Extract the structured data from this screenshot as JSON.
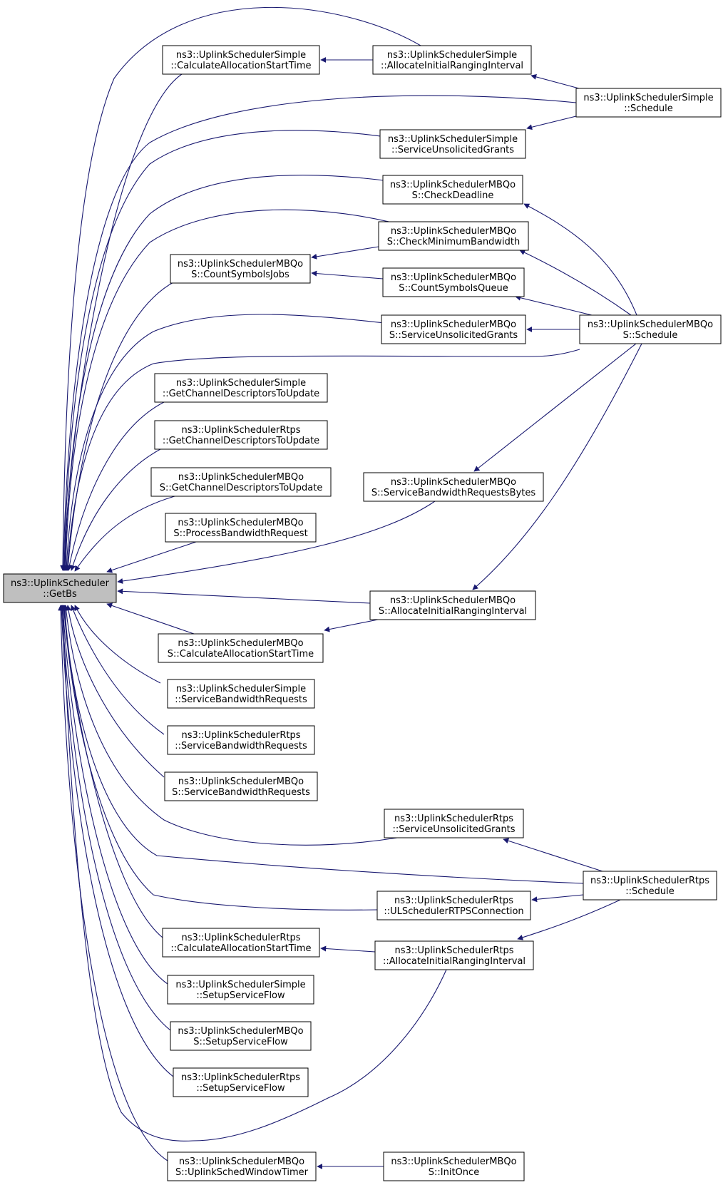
{
  "graph": {
    "root": {
      "id": "getbs",
      "line1": "ns3::UplinkScheduler",
      "line2": "::GetBs"
    },
    "nodes": [
      {
        "id": "simple_calcstart",
        "line1": "ns3::UplinkSchedulerSimple",
        "line2": "::CalculateAllocationStartTime"
      },
      {
        "id": "simple_allocinit",
        "line1": "ns3::UplinkSchedulerSimple",
        "line2": "::AllocateInitialRangingInterval"
      },
      {
        "id": "simple_schedule",
        "line1": "ns3::UplinkSchedulerSimple",
        "line2": "::Schedule"
      },
      {
        "id": "simple_serviceunsol",
        "line1": "ns3::UplinkSchedulerSimple",
        "line2": "::ServiceUnsolicitedGrants"
      },
      {
        "id": "mbqos_checkdeadline",
        "line1": "ns3::UplinkSchedulerMBQo",
        "line2": "S::CheckDeadline"
      },
      {
        "id": "mbqos_checkminbw",
        "line1": "ns3::UplinkSchedulerMBQo",
        "line2": "S::CheckMinimumBandwidth"
      },
      {
        "id": "mbqos_countjobs",
        "line1": "ns3::UplinkSchedulerMBQo",
        "line2": "S::CountSymbolsJobs"
      },
      {
        "id": "mbqos_countqueue",
        "line1": "ns3::UplinkSchedulerMBQo",
        "line2": "S::CountSymbolsQueue"
      },
      {
        "id": "mbqos_serviceunsol",
        "line1": "ns3::UplinkSchedulerMBQo",
        "line2": "S::ServiceUnsolicitedGrants"
      },
      {
        "id": "mbqos_schedule",
        "line1": "ns3::UplinkSchedulerMBQo",
        "line2": "S::Schedule"
      },
      {
        "id": "simple_getchan",
        "line1": "ns3::UplinkSchedulerSimple",
        "line2": "::GetChannelDescriptorsToUpdate"
      },
      {
        "id": "rtps_getchan",
        "line1": "ns3::UplinkSchedulerRtps",
        "line2": "::GetChannelDescriptorsToUpdate"
      },
      {
        "id": "mbqos_getchan",
        "line1": "ns3::UplinkSchedulerMBQo",
        "line2": "S::GetChannelDescriptorsToUpdate"
      },
      {
        "id": "mbqos_bwreqbytes",
        "line1": "ns3::UplinkSchedulerMBQo",
        "line2": "S::ServiceBandwidthRequestsBytes"
      },
      {
        "id": "mbqos_processbw",
        "line1": "ns3::UplinkSchedulerMBQo",
        "line2": "S::ProcessBandwidthRequest"
      },
      {
        "id": "mbqos_allocinit",
        "line1": "ns3::UplinkSchedulerMBQo",
        "line2": "S::AllocateInitialRangingInterval"
      },
      {
        "id": "mbqos_calcstart",
        "line1": "ns3::UplinkSchedulerMBQo",
        "line2": "S::CalculateAllocationStartTime"
      },
      {
        "id": "simple_servicebw",
        "line1": "ns3::UplinkSchedulerSimple",
        "line2": "::ServiceBandwidthRequests"
      },
      {
        "id": "rtps_servicebw",
        "line1": "ns3::UplinkSchedulerRtps",
        "line2": "::ServiceBandwidthRequests"
      },
      {
        "id": "mbqos_servicebw",
        "line1": "ns3::UplinkSchedulerMBQo",
        "line2": "S::ServiceBandwidthRequests"
      },
      {
        "id": "rtps_serviceunsol",
        "line1": "ns3::UplinkSchedulerRtps",
        "line2": "::ServiceUnsolicitedGrants"
      },
      {
        "id": "rtps_schedule",
        "line1": "ns3::UplinkSchedulerRtps",
        "line2": "::Schedule"
      },
      {
        "id": "rtps_ulsched",
        "line1": "ns3::UplinkSchedulerRtps",
        "line2": "::ULSchedulerRTPSConnection"
      },
      {
        "id": "rtps_calcstart",
        "line1": "ns3::UplinkSchedulerRtps",
        "line2": "::CalculateAllocationStartTime"
      },
      {
        "id": "rtps_allocinit",
        "line1": "ns3::UplinkSchedulerRtps",
        "line2": "::AllocateInitialRangingInterval"
      },
      {
        "id": "simple_setupsf",
        "line1": "ns3::UplinkSchedulerSimple",
        "line2": "::SetupServiceFlow"
      },
      {
        "id": "mbqos_setupsf",
        "line1": "ns3::UplinkSchedulerMBQo",
        "line2": "S::SetupServiceFlow"
      },
      {
        "id": "rtps_setupsf",
        "line1": "ns3::UplinkSchedulerRtps",
        "line2": "::SetupServiceFlow"
      },
      {
        "id": "mbqos_uplinktimer",
        "line1": "ns3::UplinkSchedulerMBQo",
        "line2": "S::UplinkSchedWindowTimer"
      },
      {
        "id": "mbqos_initonce",
        "line1": "ns3::UplinkSchedulerMBQo",
        "line2": "S::InitOnce"
      }
    ],
    "edges": [
      {
        "from": "simple_calcstart",
        "to": "getbs"
      },
      {
        "from": "simple_allocinit",
        "to": "getbs"
      },
      {
        "from": "simple_allocinit",
        "to": "simple_calcstart"
      },
      {
        "from": "simple_schedule",
        "to": "getbs"
      },
      {
        "from": "simple_schedule",
        "to": "simple_allocinit"
      },
      {
        "from": "simple_schedule",
        "to": "simple_serviceunsol"
      },
      {
        "from": "simple_serviceunsol",
        "to": "getbs"
      },
      {
        "from": "mbqos_checkdeadline",
        "to": "getbs"
      },
      {
        "from": "mbqos_checkminbw",
        "to": "getbs"
      },
      {
        "from": "mbqos_checkminbw",
        "to": "mbqos_countjobs"
      },
      {
        "from": "mbqos_countjobs",
        "to": "getbs"
      },
      {
        "from": "mbqos_countqueue",
        "to": "mbqos_countjobs"
      },
      {
        "from": "mbqos_serviceunsol",
        "to": "getbs"
      },
      {
        "from": "mbqos_schedule",
        "to": "getbs"
      },
      {
        "from": "mbqos_schedule",
        "to": "mbqos_checkdeadline"
      },
      {
        "from": "mbqos_schedule",
        "to": "mbqos_checkminbw"
      },
      {
        "from": "mbqos_schedule",
        "to": "mbqos_countqueue"
      },
      {
        "from": "mbqos_schedule",
        "to": "mbqos_serviceunsol"
      },
      {
        "from": "mbqos_schedule",
        "to": "mbqos_bwreqbytes"
      },
      {
        "from": "mbqos_schedule",
        "to": "mbqos_allocinit"
      },
      {
        "from": "simple_getchan",
        "to": "getbs"
      },
      {
        "from": "rtps_getchan",
        "to": "getbs"
      },
      {
        "from": "mbqos_getchan",
        "to": "getbs"
      },
      {
        "from": "mbqos_bwreqbytes",
        "to": "getbs"
      },
      {
        "from": "mbqos_processbw",
        "to": "getbs"
      },
      {
        "from": "mbqos_allocinit",
        "to": "getbs"
      },
      {
        "from": "mbqos_allocinit",
        "to": "mbqos_calcstart"
      },
      {
        "from": "mbqos_calcstart",
        "to": "getbs"
      },
      {
        "from": "simple_servicebw",
        "to": "getbs"
      },
      {
        "from": "rtps_servicebw",
        "to": "getbs"
      },
      {
        "from": "mbqos_servicebw",
        "to": "getbs"
      },
      {
        "from": "rtps_serviceunsol",
        "to": "getbs"
      },
      {
        "from": "rtps_schedule",
        "to": "getbs"
      },
      {
        "from": "rtps_schedule",
        "to": "rtps_serviceunsol"
      },
      {
        "from": "rtps_schedule",
        "to": "rtps_ulsched"
      },
      {
        "from": "rtps_schedule",
        "to": "rtps_allocinit"
      },
      {
        "from": "rtps_ulsched",
        "to": "getbs"
      },
      {
        "from": "rtps_calcstart",
        "to": "getbs"
      },
      {
        "from": "rtps_allocinit",
        "to": "getbs"
      },
      {
        "from": "rtps_allocinit",
        "to": "rtps_calcstart"
      },
      {
        "from": "simple_setupsf",
        "to": "getbs"
      },
      {
        "from": "mbqos_setupsf",
        "to": "getbs"
      },
      {
        "from": "rtps_setupsf",
        "to": "getbs"
      },
      {
        "from": "mbqos_uplinktimer",
        "to": "getbs"
      },
      {
        "from": "mbqos_initonce",
        "to": "mbqos_uplinktimer"
      }
    ]
  }
}
